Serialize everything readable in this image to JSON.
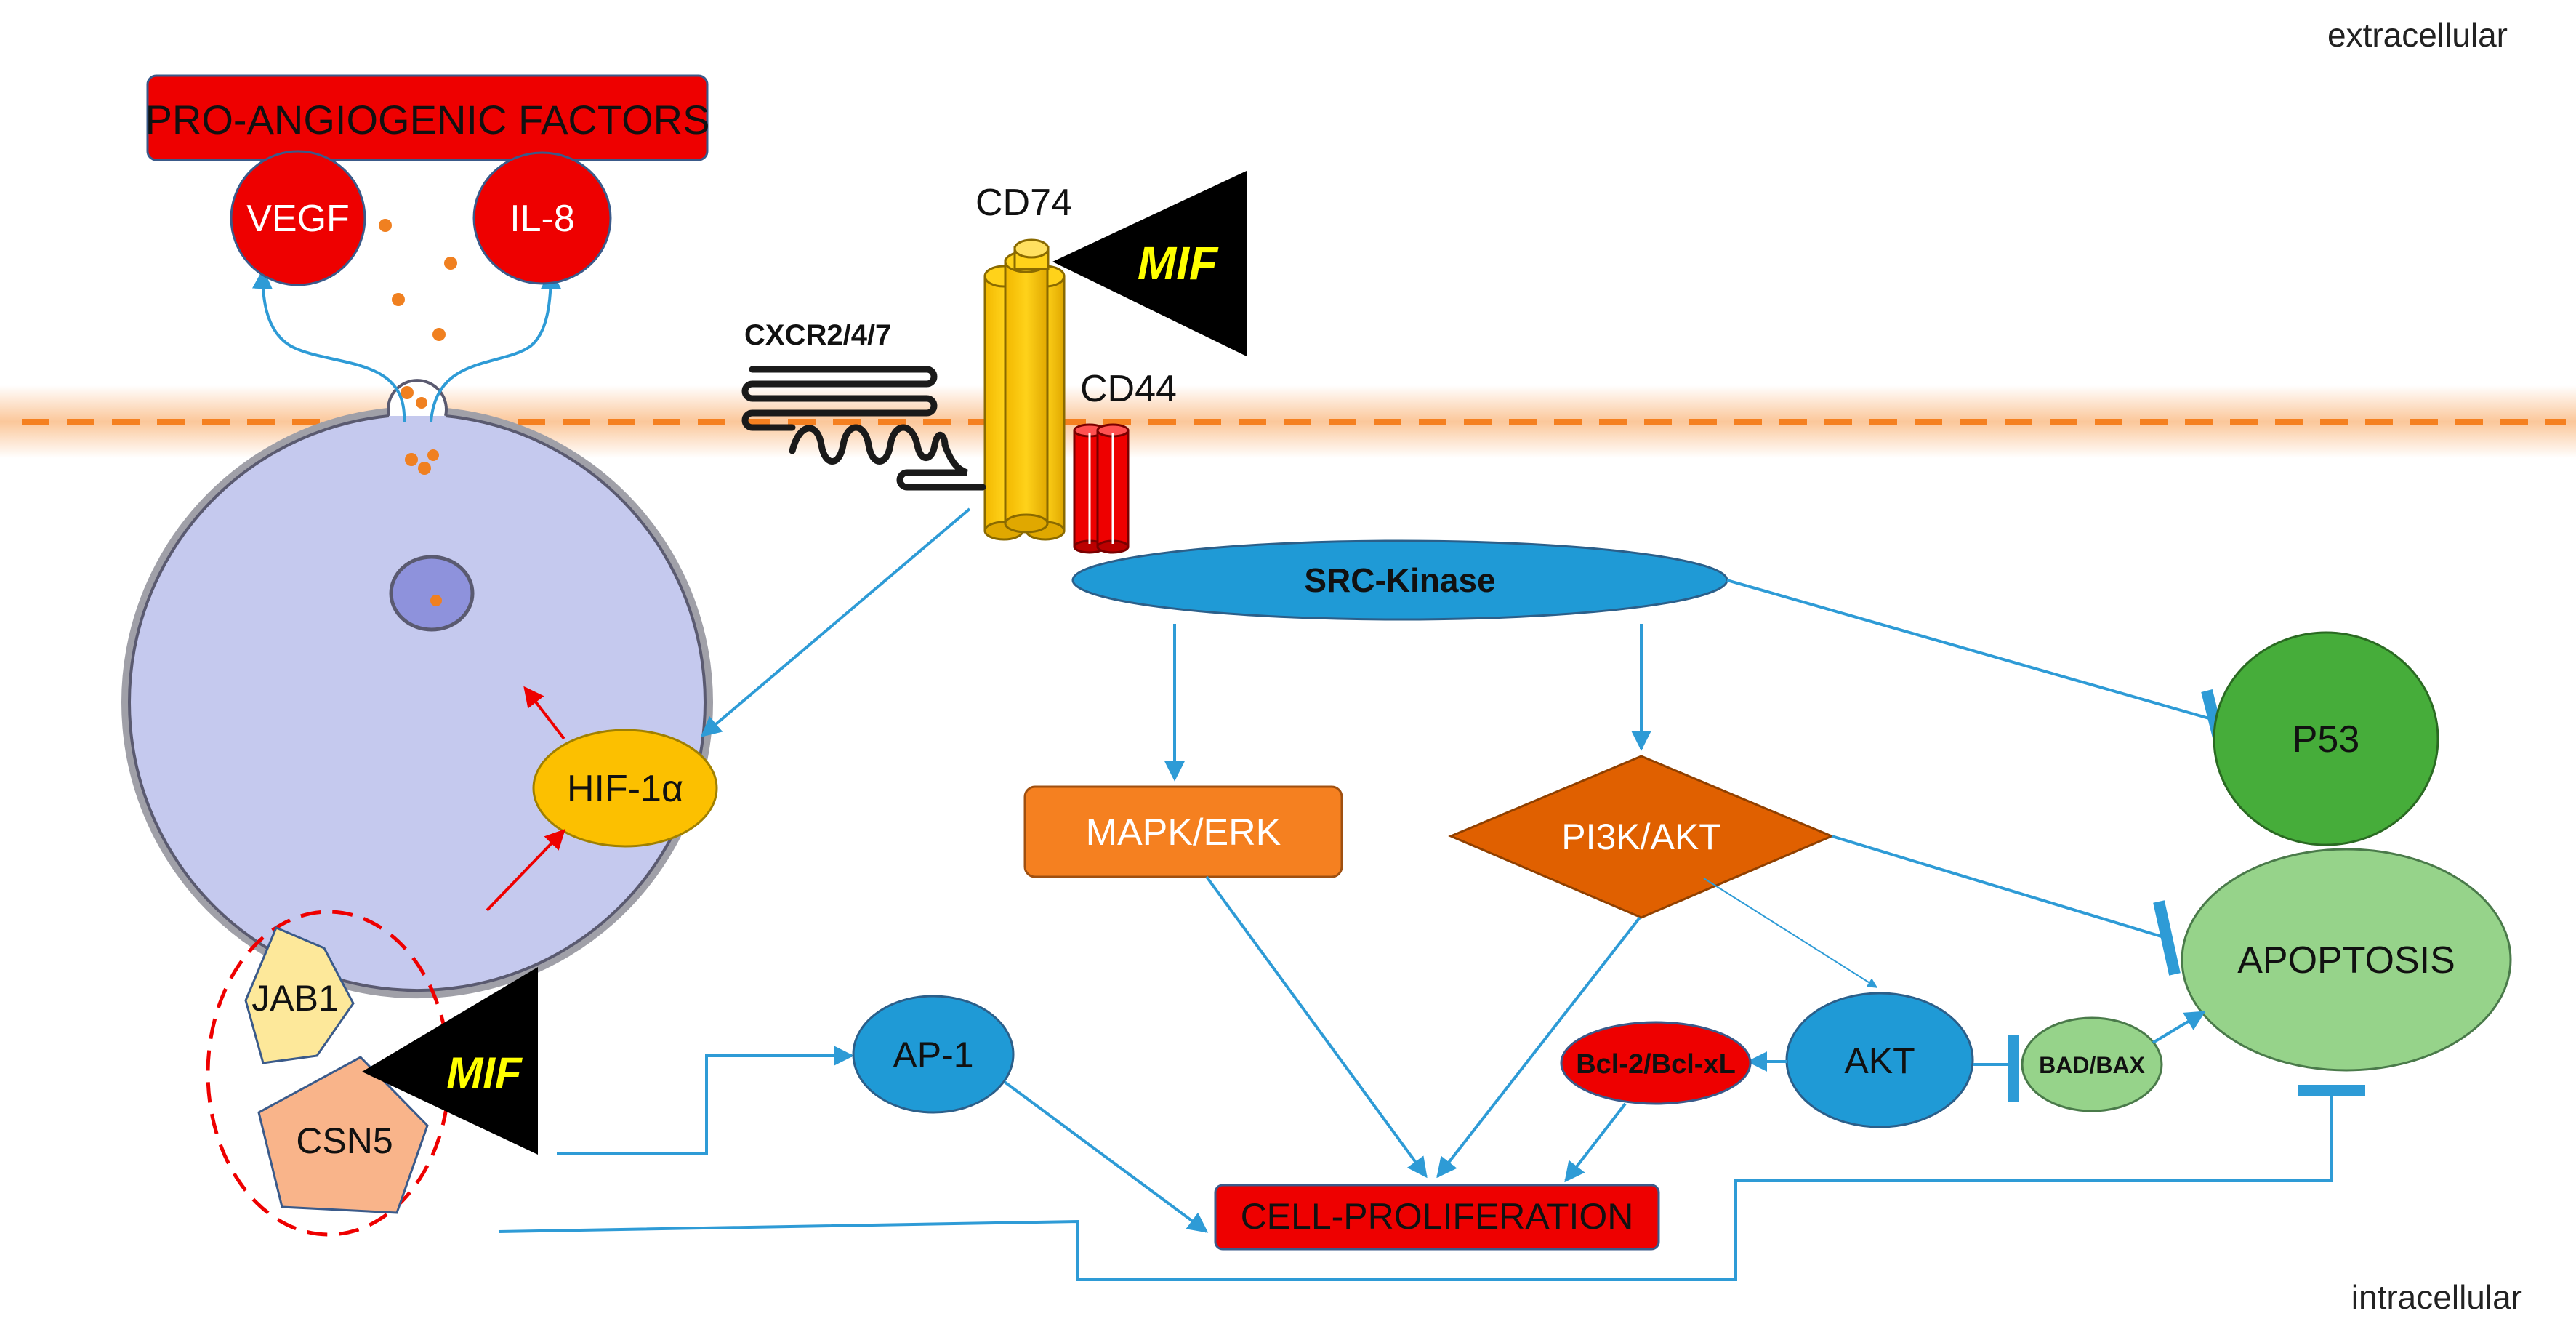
{
  "regions": {
    "extracellular": "extracellular",
    "intracellular": "intracellular"
  },
  "labels": {
    "pro_angiogenic": "PRO-ANGIOGENIC FACTORS",
    "vegf": "VEGF",
    "il8": "IL-8",
    "cd74": "CD74",
    "mif_top": "MIF",
    "cxcr": "CXCR2/4/7",
    "cd44": "CD44",
    "src": "SRC-Kinase",
    "hif": "HIF-1α",
    "mapk": "MAPK/ERK",
    "pi3k": "PI3K/AKT",
    "p53": "P53",
    "apoptosis": "APOPTOSIS",
    "jab1": "JAB1",
    "csn5": "CSN5",
    "mif_bottom": "MIF",
    "ap1": "AP-1",
    "akt": "AKT",
    "bcl": "Bcl-2/Bcl-xL",
    "badbax": "BAD/BAX",
    "cell_prolif": "CELL-PROLIFERATION"
  },
  "colors": {
    "arrow_blue": "#2e9bd6",
    "red_node": "#ee0000",
    "yellow_node": "#fcc000",
    "orange_node": "#f58020",
    "dark_orange_node": "#e06000",
    "blue_node": "#1f9ad6",
    "green_dark": "#46ad3a",
    "green_light": "#96d38a",
    "membrane": "#f58020",
    "cell": "#c5c9ee",
    "mif_text": "#ffff00"
  }
}
